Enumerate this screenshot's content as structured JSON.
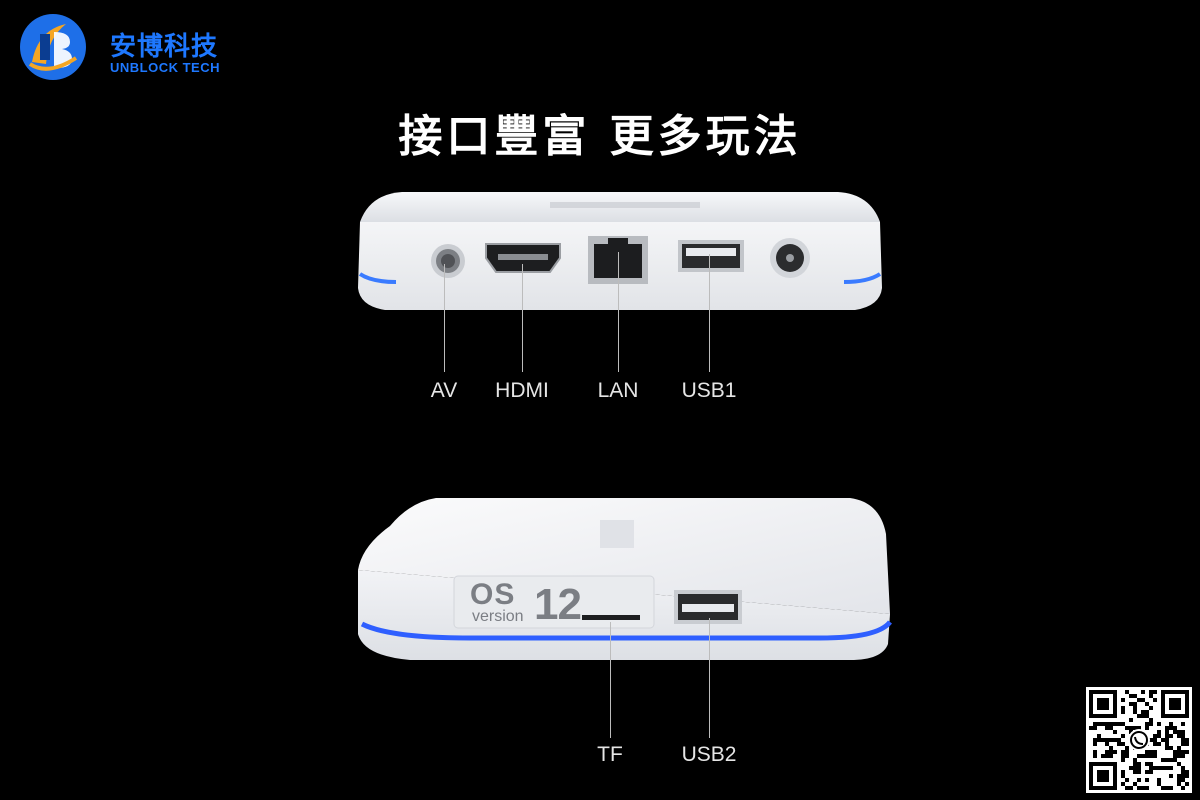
{
  "brand": {
    "name_cn": "安博科技",
    "name_en": "UNBLOCK TECH"
  },
  "headline": "接口豐富 更多玩法",
  "ports_back": [
    {
      "id": "av",
      "label": "AV"
    },
    {
      "id": "hdmi",
      "label": "HDMI"
    },
    {
      "id": "lan",
      "label": "LAN"
    },
    {
      "id": "usb1",
      "label": "USB1"
    }
  ],
  "ports_side": [
    {
      "id": "tf",
      "label": "TF"
    },
    {
      "id": "usb2",
      "label": "USB2"
    }
  ],
  "os_badge": {
    "os": "OS",
    "version_word": "version",
    "number": "12"
  },
  "colors": {
    "background": "#000000",
    "brand_blue": "#1e78ff",
    "device_white": "#f2f3f5",
    "light_strip": "#2a6cff"
  },
  "qr_code": {
    "icon": "whatsapp-icon"
  }
}
